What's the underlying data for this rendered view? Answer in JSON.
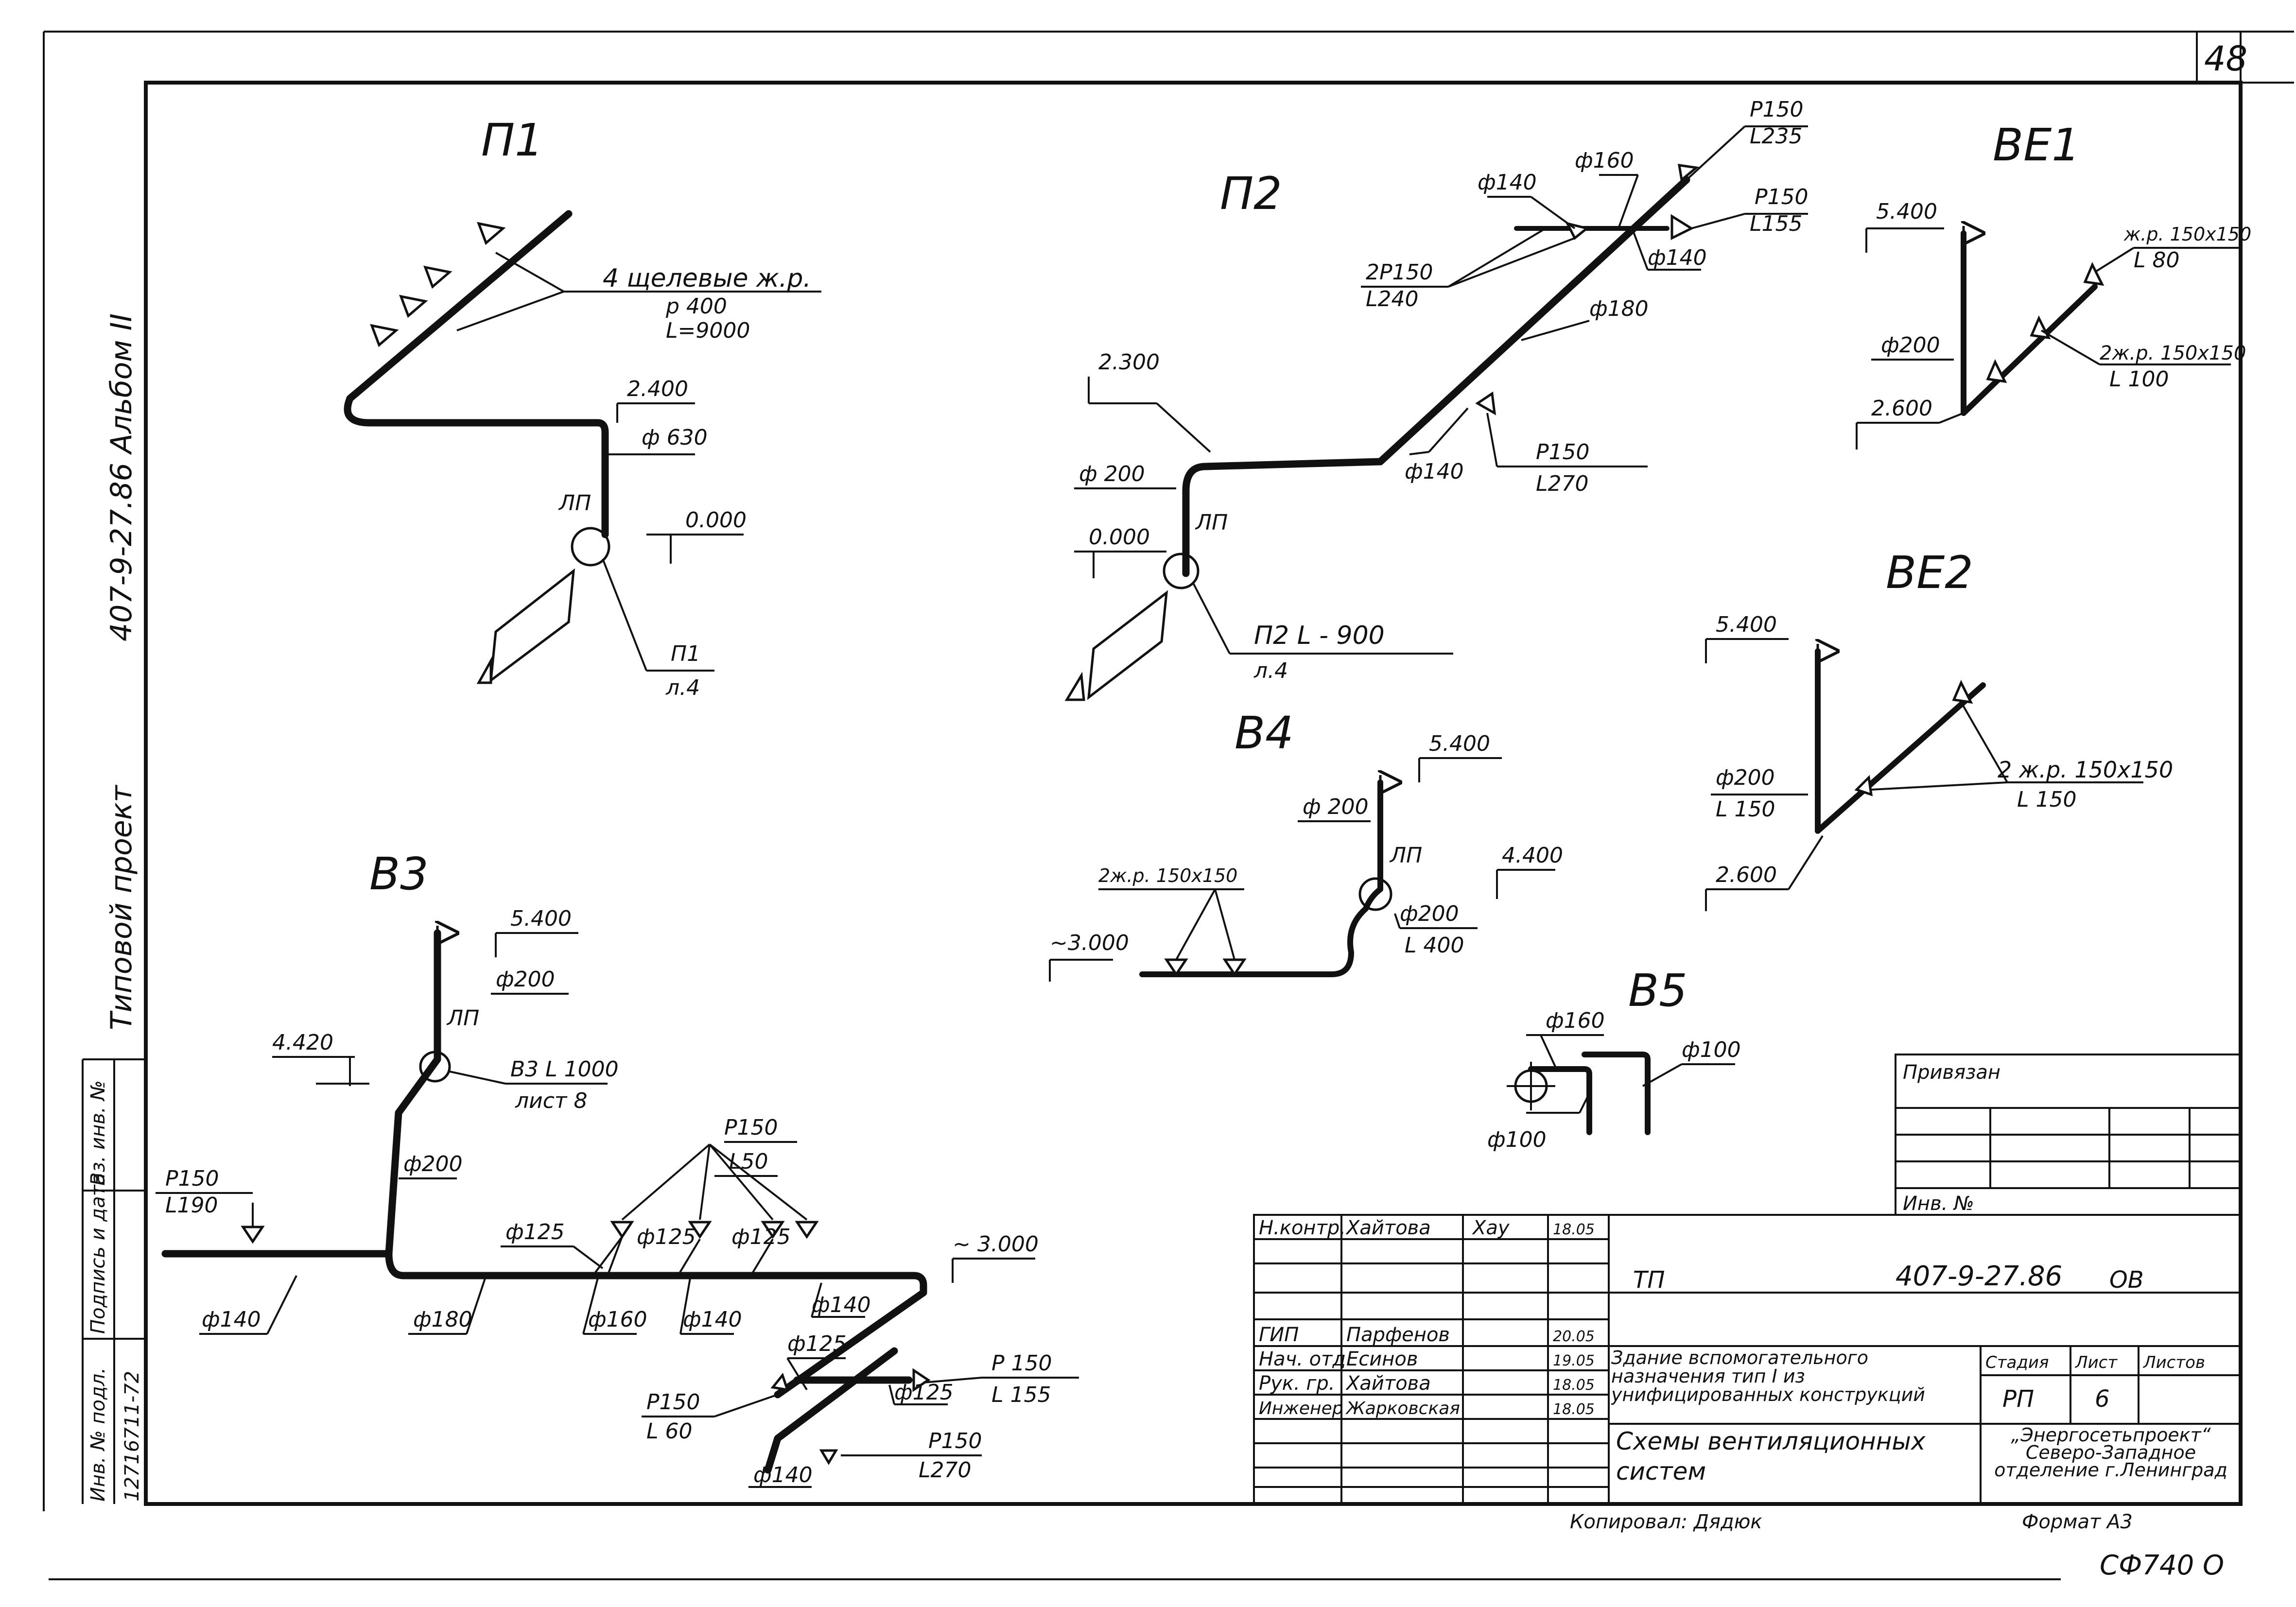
{
  "sheet": {
    "number": "48"
  },
  "left_strip": {
    "series": "407-9-27.86 Альбом II",
    "project_type": "Типовой проект",
    "col1": "Инв. № подл.",
    "col1_val": "12716711-72",
    "col2": "Подпись и дата",
    "col3": "Вз. инв. №"
  },
  "schemes": {
    "p1": {
      "title": "П1",
      "grilles": "4 щелевые ж.р.",
      "grilles_p": "p 400",
      "grilles_l": "L=9000",
      "elev_top": "2.400",
      "dia": "ф 630",
      "lp": "ЛП",
      "elev_zero": "0.000",
      "unit": "П1",
      "unit_ref": "л.4"
    },
    "p2": {
      "title": "П2",
      "d160": "ф160",
      "d140a": "ф140",
      "r150a": "P150",
      "l235": "L235",
      "r150b": "P150",
      "l155": "L155",
      "d140b": "ф140",
      "r2p150": "2P150",
      "l240": "L240",
      "d180": "ф180",
      "elev": "2.300",
      "d200": "ф 200",
      "d140c": "ф140",
      "r150c": "P150",
      "l270": "L270",
      "lp": "ЛП",
      "elev_zero": "0.000",
      "unit": "П2 L - 900",
      "unit_ref": "л.4"
    },
    "be1": {
      "title": "ВЕ1",
      "elev_top": "5.400",
      "grille1": "ж.р. 150х150",
      "grille1_l": "L 80",
      "d200": "ф200",
      "grille2": "2ж.р. 150х150",
      "grille2_l": "L 100",
      "elev_bot": "2.600"
    },
    "be2": {
      "title": "ВЕ2",
      "elev_top": "5.400",
      "d200": "ф200",
      "l150a": "L 150",
      "grille": "2 ж.р. 150х150",
      "grille_l": "L 150",
      "elev_bot": "2.600"
    },
    "b4": {
      "title": "В4",
      "elev_top": "5.400",
      "d200a": "ф 200",
      "lp": "ЛП",
      "elev_mid": "4.400",
      "grille": "2ж.р. 150х150",
      "d200b": "ф200",
      "l400": "L 400",
      "elev_low": "~3.000"
    },
    "b5": {
      "title": "В5",
      "d160": "ф160",
      "d100a": "ф100",
      "d100b": "ф100"
    },
    "b3": {
      "title": "В3",
      "elev_top": "5.400",
      "d200a": "ф200",
      "lp": "ЛП",
      "elev_mid": "4.420",
      "unit": "В3 L 1000",
      "unit_ref": "лист 8",
      "d200b": "ф200",
      "r150a": "P150",
      "l190": "L190",
      "r150b": "P150",
      "l50": "L50",
      "d125a": "ф125",
      "d125b": "ф125",
      "d125c": "ф125",
      "elev_low": "~ 3.000",
      "d140a": "ф140",
      "d180": "ф180",
      "d160": "ф160",
      "d140b": "ф140",
      "d140c": "ф140",
      "d125d": "ф125",
      "r150c": "P 150",
      "l155": "L 155",
      "d125e": "ф125",
      "r150d": "P150",
      "l60": "L 60",
      "r150e": "P150",
      "l270": "L270",
      "d140d": "ф140"
    }
  },
  "titleblock": {
    "privyazan": "Привязан",
    "inv": "Инв. №",
    "roles": [
      "Н.контр.",
      "ГИП",
      "Нач. отд.",
      "Рук. гр.",
      "Инженер"
    ],
    "names": [
      "Хайтова",
      "Парфенов",
      "Есинов",
      "Хайтова",
      "Жарковская"
    ],
    "dates": [
      "18.05",
      "20.05",
      "19.05",
      "18.05",
      "18.05"
    ],
    "code_prefix": "ТП",
    "code": "407-9-27.86",
    "code_suffix": "ОВ",
    "building": "Здание вспомогательного назначения тип I из унифицированных конструкций",
    "sheet_title": "Схемы вентиляционных систем",
    "stage_h": "Стадия",
    "list_h": "Лист",
    "lists_h": "Листов",
    "stage": "РП",
    "list": "6",
    "org": "„Энергосетьпроект“ Северо-Западное отделение г.Ленинград",
    "copied": "Копировал: Дядюк",
    "format": "Формат А3",
    "stamp": "СФ740 О"
  }
}
